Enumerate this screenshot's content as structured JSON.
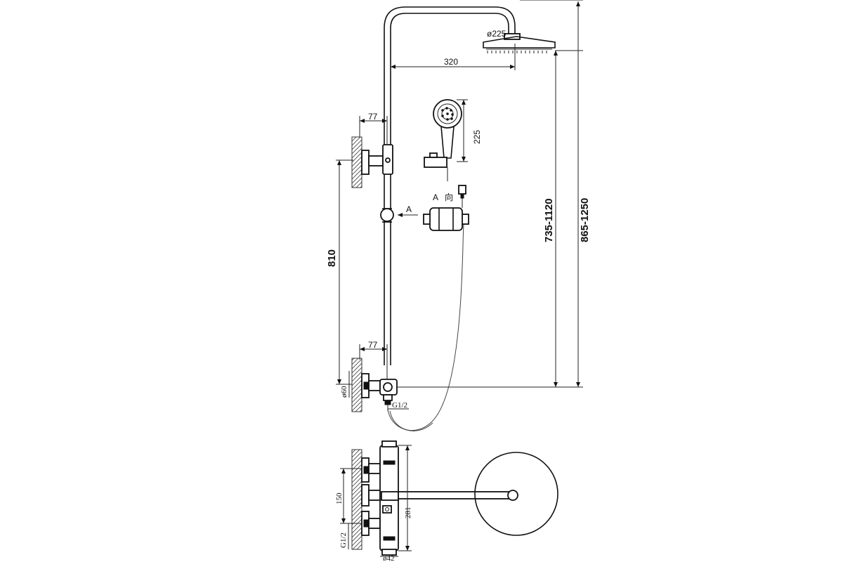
{
  "colors": {
    "line": "#111111",
    "background": "#ffffff"
  },
  "dimensions": {
    "arm_length": "320",
    "head_diameter": "ø225",
    "hand_shower_length": "225",
    "wall_offset_upper": "77",
    "wall_offset_lower": "77",
    "bracket_spacing": "810",
    "head_height_range": "735-1120",
    "total_height_range": "865-1250",
    "flange_diameter": "ø60",
    "inlet_thread": "G1/2",
    "inlet_spacing": "150",
    "mixer_length": "281",
    "inlet_thread_bottom": "G1/2",
    "mixer_diameter": "ø42"
  },
  "labels": {
    "detail_marker": "A",
    "detail_title_letter": "A",
    "detail_title_char": "向"
  }
}
